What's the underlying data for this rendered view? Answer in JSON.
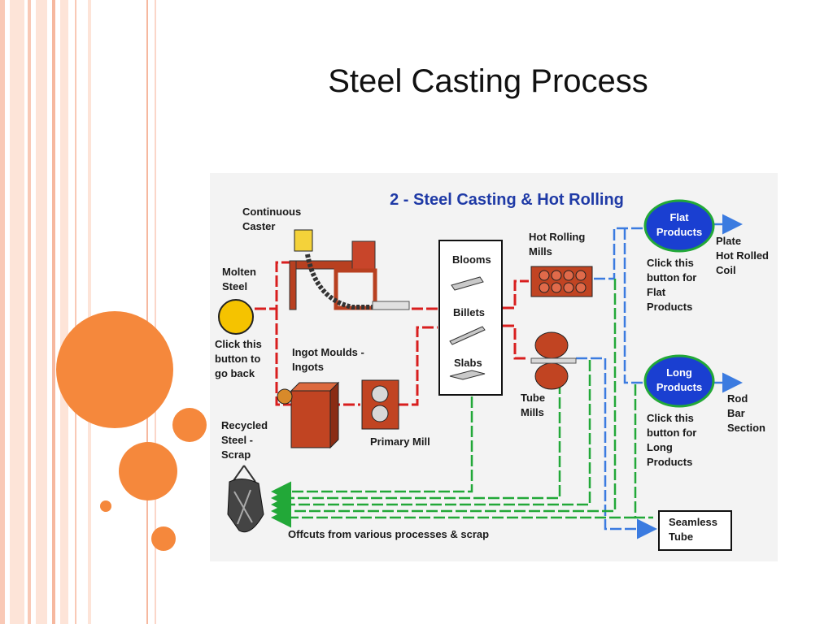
{
  "slide": {
    "title": "Steel Casting Process",
    "accent_colors": {
      "orange": "#f5883c",
      "stripe": "#fbd6c9"
    }
  },
  "diagram": {
    "title": "2 - Steel Casting & Hot Rolling",
    "labels": {
      "continuous_caster": "Continuous\nCaster",
      "molten_steel": "Molten\nSteel",
      "go_back_hint": "Click this\nbutton to\ngo back",
      "ingot_moulds": "Ingot Moulds -\nIngots",
      "recycled_scrap": "Recycled\nSteel -\nScrap",
      "primary_mill": "Primary Mill",
      "blooms": "Blooms",
      "billets": "Billets",
      "slabs": "Slabs",
      "hot_rolling_mills": "Hot Rolling\nMills",
      "tube_mills": "Tube\nMills",
      "flat_products_hint": "Click this\nbutton for\nFlat\nProducts",
      "long_products_hint": "Click this\nbutton for\nLong\nProducts",
      "plate_coil": "Plate\nHot Rolled\nCoil",
      "rod_bar_section": "Rod\nBar\nSection",
      "offcuts": "Offcuts from various processes & scrap"
    },
    "buttons": {
      "flat_products": "Flat\nProducts",
      "long_products": "Long\nProducts",
      "seamless_tube": "Seamless\nTube"
    },
    "colors": {
      "blue_button": "#1a3fd1",
      "flow_red": "#d81e1e",
      "flow_blue": "#3b7be0",
      "flow_green": "#22a838",
      "go_back_button": "#f5c300"
    }
  }
}
